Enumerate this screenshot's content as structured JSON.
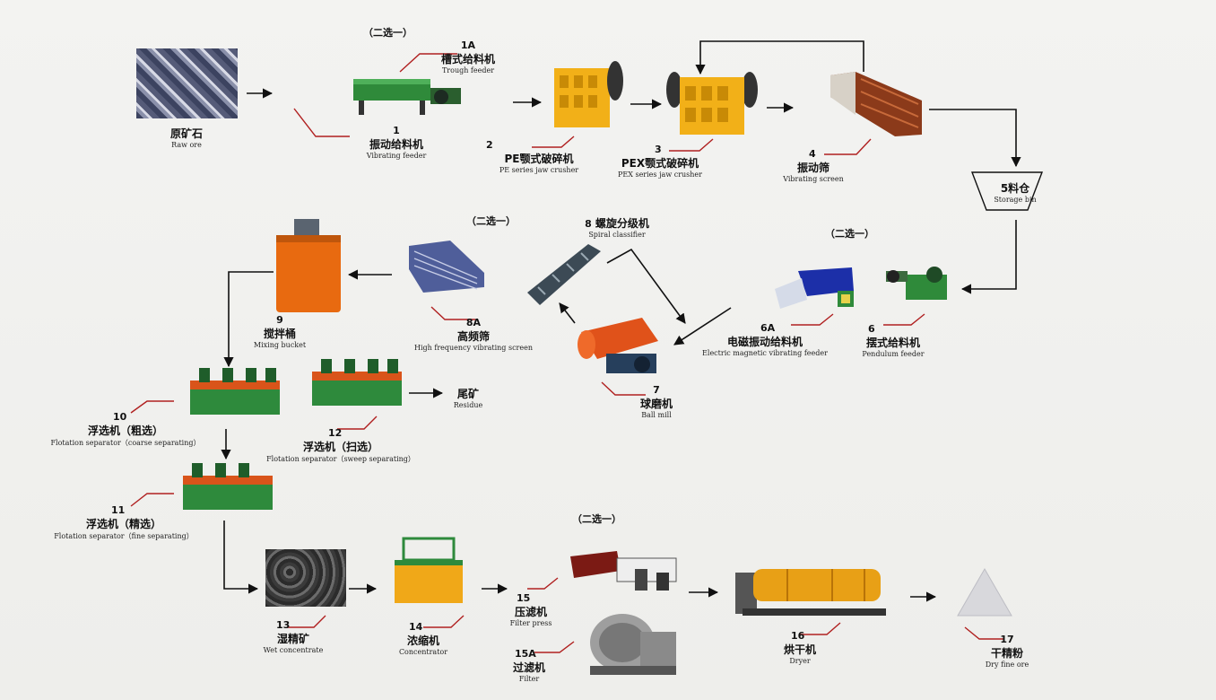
{
  "colors": {
    "ore": "#4a4f6b",
    "machine_yellow": "#f2b018",
    "machine_green": "#2e8a3c",
    "tank_orange": "#e86a10",
    "line": "#111111"
  },
  "choose_one_label": "（二选一）",
  "nodes": {
    "raw_ore": {
      "number": "",
      "zh": "原矿石",
      "en": "Raw ore"
    },
    "n1": {
      "number": "1",
      "zh": "振动给料机",
      "en": "Vibrating feeder"
    },
    "n1a": {
      "number": "1A",
      "zh": "槽式给料机",
      "en": "Trough feeder"
    },
    "n2": {
      "number": "2",
      "zh": "PE颚式破碎机",
      "en": "PE series jaw crusher"
    },
    "n3": {
      "number": "3",
      "zh": "PEX颚式破碎机",
      "en": "PEX series jaw crusher"
    },
    "n4": {
      "number": "4",
      "zh": "振动筛",
      "en": "Vibrating screen"
    },
    "n5": {
      "number": "5",
      "zh": "料仓",
      "en": "Storage bin"
    },
    "n6": {
      "number": "6",
      "zh": "摆式给料机",
      "en": "Pendulum feeder"
    },
    "n6a": {
      "number": "6A",
      "zh": "电磁振动给料机",
      "en": "Electric magnetic vibrating feeder"
    },
    "n7": {
      "number": "7",
      "zh": "球磨机",
      "en": "Ball mill"
    },
    "n8": {
      "number": "8",
      "zh": "螺旋分级机",
      "en": "Spiral classifier"
    },
    "n8a": {
      "number": "8A",
      "zh": "高频筛",
      "en": "High frequency vibrating screen"
    },
    "n9": {
      "number": "9",
      "zh": "搅拌桶",
      "en": "Mixing bucket"
    },
    "n10": {
      "number": "10",
      "zh": "浮选机（粗选）",
      "en": "Flotation separator（coarse separating）"
    },
    "n11": {
      "number": "11",
      "zh": "浮选机（精选）",
      "en": "Flotation separator（fine separating）"
    },
    "n12": {
      "number": "12",
      "zh": "浮选机（扫选）",
      "en": "Flotation separator（sweep separating）"
    },
    "residue": {
      "number": "",
      "zh": "尾矿",
      "en": "Residue"
    },
    "n13": {
      "number": "13",
      "zh": "湿精矿",
      "en": "Wet concentrate"
    },
    "n14": {
      "number": "14",
      "zh": "浓缩机",
      "en": "Concentrator"
    },
    "n15": {
      "number": "15",
      "zh": "压滤机",
      "en": "Filter press"
    },
    "n15a": {
      "number": "15A",
      "zh": "过滤机",
      "en": "Filter"
    },
    "n16": {
      "number": "16",
      "zh": "烘干机",
      "en": "Dryer"
    },
    "n17": {
      "number": "17",
      "zh": "干精粉",
      "en": "Dry fine ore"
    }
  }
}
